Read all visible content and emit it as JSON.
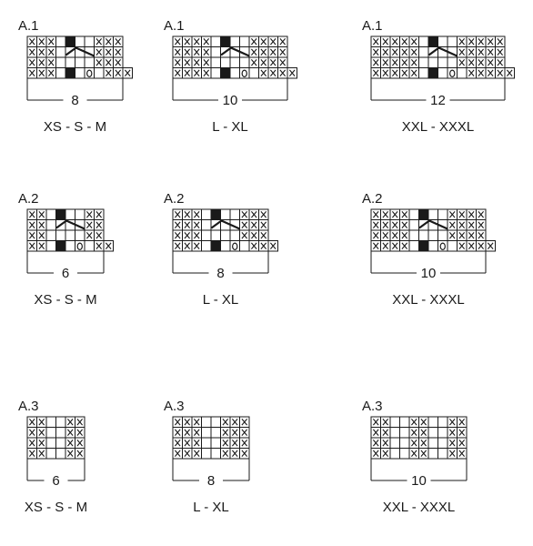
{
  "charts": [
    {
      "label": "A.1",
      "rows": [
        "XXX D  XXX",
        "XXX    XXX",
        "XXX    XXX",
        "XXX D O XXX"
      ],
      "count": "8",
      "size": "XS - S - M"
    },
    {
      "label": "A.1",
      "rows": [
        "XXXX D  XXXX",
        "XXXX    XXXX",
        "XXXX    XXXX",
        "XXXX D O XXXX"
      ],
      "count": "10",
      "size": "L - XL"
    },
    {
      "label": "A.1",
      "rows": [
        "XXXXX D  XXXXX",
        "XXXXX    XXXXX",
        "XXXXX    XXXXX",
        "XXXXX D O XXXXX"
      ],
      "count": "12",
      "size": "XXL - XXXL"
    },
    {
      "label": "A.2",
      "rows": [
        "XX D  XX",
        "XX    XX",
        "XX    XX",
        "XX D O XX"
      ],
      "count": "6",
      "size": "XS - S - M"
    },
    {
      "label": "A.2",
      "rows": [
        "XXX D  XXX",
        "XXX    XXX",
        "XXX    XXX",
        "XXX D O XXX"
      ],
      "count": "8",
      "size": "L - XL"
    },
    {
      "label": "A.2",
      "rows": [
        "XXXX D  XXXX",
        "XXXX    XXXX",
        "XXXX    XXXX",
        "XXXX D O XXXX"
      ],
      "count": "10",
      "size": "XXL - XXXL"
    },
    {
      "label": "A.3",
      "rows": [
        "XX  XX",
        "XX  XX",
        "XX  XX",
        "XX  XX"
      ],
      "count": "6",
      "size": "XS - S - M"
    },
    {
      "label": "A.3",
      "rows": [
        "XXX  XXX",
        "XXX  XXX",
        "XXX  XXX",
        "XXX  XXX"
      ],
      "count": "8",
      "size": "L - XL"
    },
    {
      "label": "A.3",
      "rows": [
        "XX  XX  XX",
        "XX  XX  XX",
        "XX  XX  XX",
        "XX  XX  XX"
      ],
      "count": "10",
      "size": "XXL - XXXL"
    }
  ],
  "colors": {
    "line": "#1a1a1a",
    "background": "#ffffff"
  }
}
